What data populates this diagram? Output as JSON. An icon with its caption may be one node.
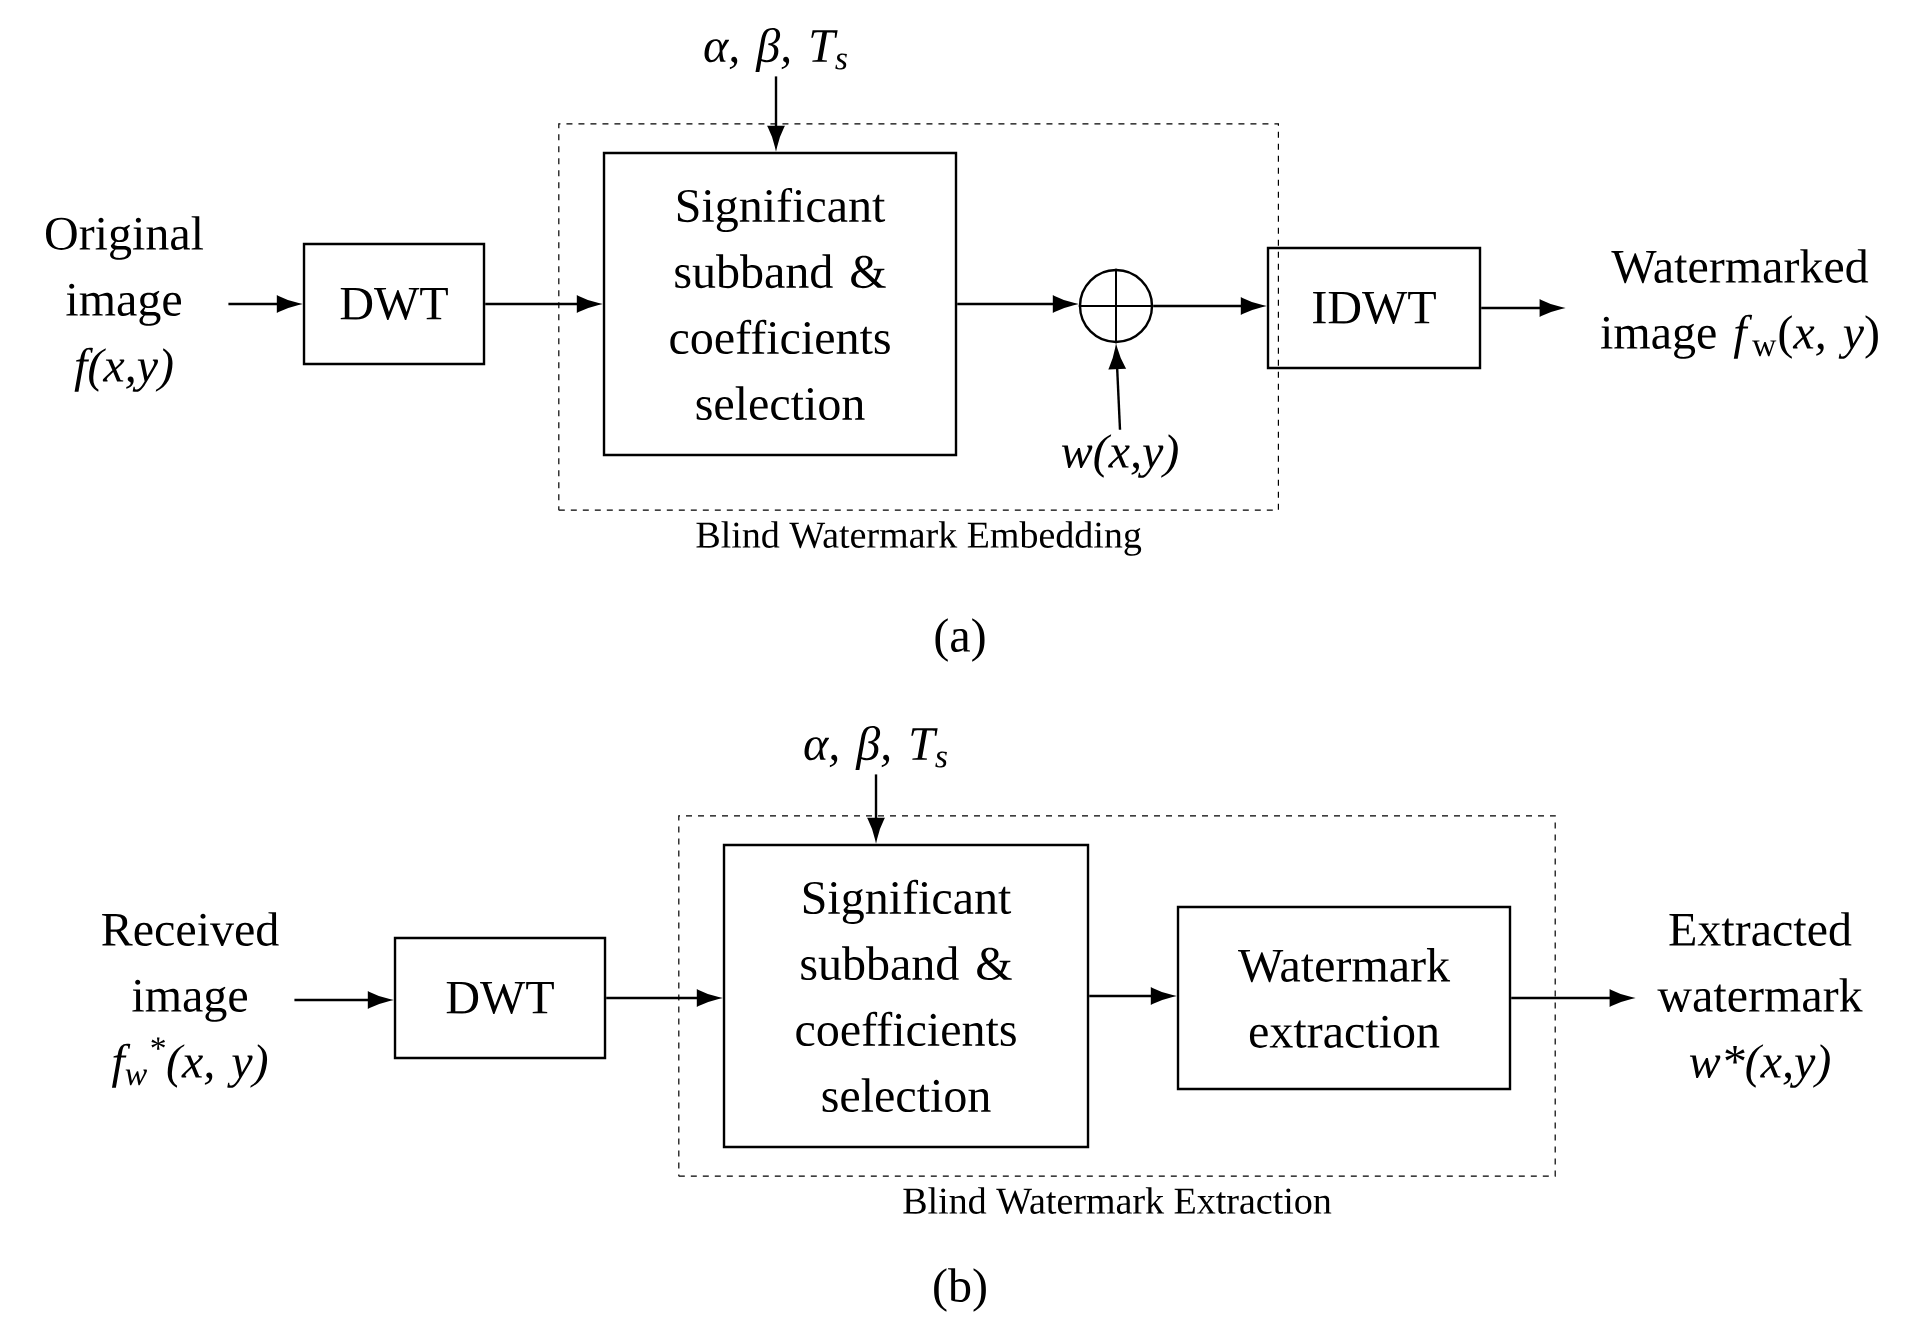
{
  "diagram": {
    "nodes": [
      {
        "text": [
          "Blind Watermark Embedding"
        ]
      },
      {
        "text": [
          "Original image",
          "f(x,y)"
        ]
      },
      {
        "text": [
          "DWT"
        ]
      },
      {
        "text": [
          "Significant subband & coefficients selection"
        ],
        "in": 0
      },
      {
        "text": [],
        "shape": "circle",
        "in": 0
      },
      {
        "text": [
          "α, β, T$_{s}$"
        ]
      },
      {
        "text": [
          "w(x,y)"
        ],
        "in": 0
      },
      {
        "text": [
          "IDWT"
        ]
      },
      {
        "text": [
          "Watermarked image *f*$_{w}$(*x, y*)"
        ]
      },
      {
        "text": [
          "Blind Watermark Extraction"
        ]
      },
      {
        "text": [
          "Received image",
          "f$_{w}$$^{*}$(x, y)"
        ]
      },
      {
        "text": [
          "DWT"
        ]
      },
      {
        "text": [
          "Significant subband & coefficients selection"
        ],
        "in": 9
      },
      {
        "text": [
          "Watermark extraction"
        ],
        "in": 9
      },
      {
        "text": [
          "α, β, T$_{s}$"
        ]
      },
      {
        "text": [
          "Extracted watermark",
          "w*(x,y)"
        ]
      }
    ],
    "edges": [
      {
        "from": 1,
        "to": 2,
        "arrow": "to"
      },
      {
        "from": 2,
        "to": 3,
        "arrow": "to"
      },
      {
        "from": 5,
        "to": 3,
        "arrow": "to"
      },
      {
        "from": 3,
        "to": 4,
        "arrow": "to"
      },
      {
        "from": 6,
        "to": 4,
        "arrow": "to"
      },
      {
        "from": 4,
        "to": 7,
        "arrow": "to"
      },
      {
        "from": 7,
        "to": 8,
        "arrow": "to"
      },
      {
        "from": 10,
        "to": 11,
        "arrow": "to"
      },
      {
        "from": 11,
        "to": 12,
        "arrow": "to"
      },
      {
        "from": 14,
        "to": 12,
        "arrow": "to"
      },
      {
        "from": 12,
        "to": 13,
        "arrow": "to"
      },
      {
        "from": 13,
        "to": 15,
        "arrow": "to"
      }
    ],
    "labels": [
      "(a)",
      "(b)"
    ]
  }
}
